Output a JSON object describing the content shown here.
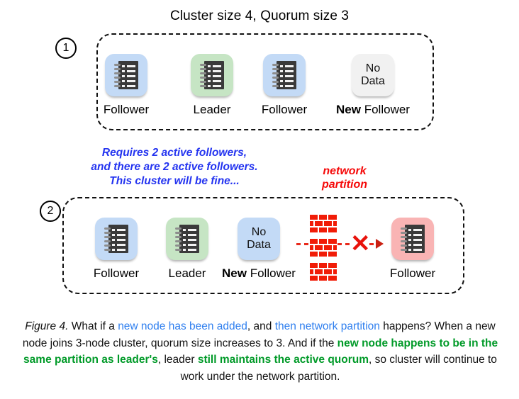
{
  "title": "Cluster size 4, Quorum size 3",
  "steps": [
    {
      "number": "1"
    },
    {
      "number": "2"
    }
  ],
  "row1": {
    "nodes": [
      {
        "label_bold": "",
        "label": "Follower",
        "tile": "notepad",
        "color": "#c3daf6",
        "icon": "notepad-icon"
      },
      {
        "label_bold": "",
        "label": "Leader",
        "tile": "notepad",
        "color": "#c6e5c4",
        "icon": "notepad-icon"
      },
      {
        "label_bold": "",
        "label": "Follower",
        "tile": "notepad",
        "color": "#c3daf6",
        "icon": "notepad-icon"
      },
      {
        "label_bold": "New",
        "label": " Follower",
        "tile": "nodata",
        "color": "#f1f1f1",
        "icon": "no-data-tile",
        "text_line1": "No",
        "text_line2": "Data"
      }
    ]
  },
  "note_blue": {
    "line1": "Requires 2 active followers,",
    "line2": "and there are 2 active followers.",
    "line3": "This cluster will be fine..."
  },
  "note_red": {
    "line1": "network",
    "line2": "partition"
  },
  "row2": {
    "nodes_left": [
      {
        "label_bold": "",
        "label": "Follower",
        "tile": "notepad",
        "color": "#c3daf6",
        "icon": "notepad-icon"
      },
      {
        "label_bold": "",
        "label": "Leader",
        "tile": "notepad",
        "color": "#c6e5c4",
        "icon": "notepad-icon"
      },
      {
        "label_bold": "New",
        "label": " Follower",
        "tile": "nodata",
        "color": "#c3daf6",
        "icon": "no-data-tile",
        "text_line1": "No",
        "text_line2": "Data"
      }
    ],
    "nodes_right": [
      {
        "label_bold": "",
        "label": "Follower",
        "tile": "notepad",
        "color": "#f9b4b4",
        "icon": "notepad-icon"
      }
    ]
  },
  "caption": {
    "figure": "Figure 4.",
    "t1": " What if a ",
    "blue1": "new node has been added",
    "t2": ", and ",
    "blue2": "then network partition",
    "t3": " happens? When a new node joins 3-node cluster, quorum size increases to 3. And if the ",
    "green1": "new node happens to be in the same partition as leader's",
    "t4": ", leader ",
    "green2": "still maintains the active quorum",
    "t5": ", so cluster will continue to work under the network partition."
  },
  "colors": {
    "blue_note": "#2434f0",
    "red_note": "#f50a0a",
    "caption_blue": "#2f7fef",
    "caption_green": "#009a28",
    "brick_red": "#f11c07",
    "node_blue": "#c3daf6",
    "node_green": "#c6e5c4",
    "node_pink": "#f9b4b4",
    "node_gray": "#f1f1f1"
  }
}
